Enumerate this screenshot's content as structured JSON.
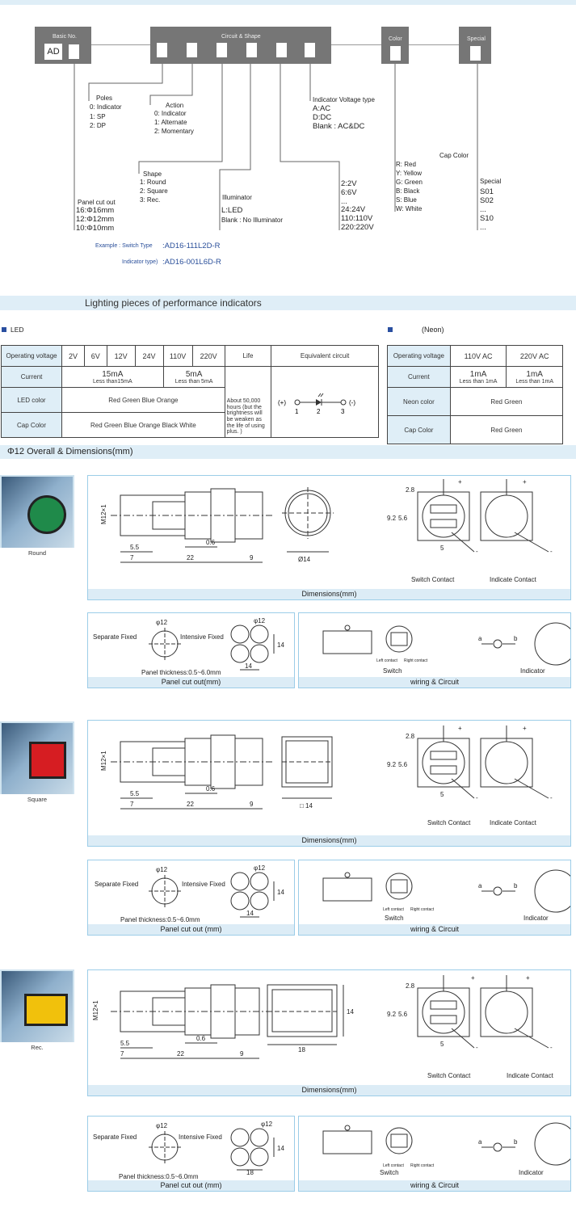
{
  "order": {
    "basic_no": "Basic No.",
    "basic_code": "AD",
    "circuit_shape": "Circuit & Shape",
    "color": "Color",
    "special": "Special",
    "poles_title": "Poles",
    "poles": [
      "0: Indicator",
      "1: SP",
      "2: DP"
    ],
    "action_title": "Action",
    "action": [
      "0: Indicator",
      "1: Alternate",
      "2: Momentary"
    ],
    "voltage_type_title": "Indicator Voltage type",
    "voltage_type": [
      "A:AC",
      "D:DC",
      "Blank : AC&DC"
    ],
    "shape_title": "Shape",
    "shape": [
      "1: Round",
      "2: Square",
      "3: Rec."
    ],
    "panel_title": "Panel cut out",
    "panel": [
      "16:Φ16mm",
      "12:Φ12mm",
      "10:Φ10mm"
    ],
    "illuminator_title": "Illuminator",
    "illuminator": [
      "L:LED",
      "Blank : No Illuminator"
    ],
    "volts": [
      "2:2V",
      "6:6V",
      "...",
      "24:24V",
      "110:110V",
      "220:220V"
    ],
    "cap_color_title": "Cap Color",
    "cap_colors": [
      "R: Red",
      "Y: Yellow",
      "G: Green",
      "B: Black",
      "S: Blue",
      "W: White"
    ],
    "special_title": "Special",
    "special_list": [
      "S01",
      "S02",
      "...",
      "S10",
      "..."
    ],
    "example_label": "Example : Switch Type",
    "example_switch": ":AD16-111L2D-R",
    "example_ind_label": "Indicator type)",
    "example_indicator": ":AD16-001L6D-R"
  },
  "lighting": {
    "title": "Lighting pieces of performance indicators",
    "led_label": "LED",
    "neon_label": "(Neon)",
    "operating_voltage": "Operating voltage",
    "current": "Current",
    "led_color": "LED color",
    "cap_color": "Cap Color",
    "neon_color": "Neon color",
    "led_voltages": [
      "2V",
      "6V",
      "12V",
      "24V",
      "110V",
      "220V"
    ],
    "life": "Life",
    "equivalent_circuit": "Equivalent circuit",
    "led_current_a": "15mA",
    "led_current_a_sub": "Less than15mA",
    "led_current_b": "5mA",
    "led_current_b_sub": "Less than 5mA",
    "led_colors": "Red Green Blue Orange",
    "led_cap_colors": "Red Green Blue Orange Black White",
    "life_text": "About 50,000 hours (but the brightness will be weaken as the life of using plus. )",
    "circuit_plus": "(+)",
    "circuit_minus": "(-)",
    "circuit_nodes": [
      "1",
      "2",
      "3"
    ],
    "neon_voltages": [
      "110V AC",
      "220V AC"
    ],
    "neon_current": "1mA",
    "neon_current_sub": "Less than 1mA",
    "neon_colors": "Red Green",
    "neon_cap_colors": "Red Green"
  },
  "overall": {
    "title": "Φ12 Overall & Dimensions(mm)",
    "dim_m12": "M12×1",
    "dim_5_5": "5.5",
    "dim_7": "7",
    "dim_22": "22",
    "dim_0_6": "0.6",
    "dim_9": "9",
    "dim_2_8": "2.8",
    "dim_9_2": "9.2",
    "dim_5_6": "5.6",
    "dim_5": "5",
    "plus": "+",
    "minus": "-",
    "switch_contact": "Switch Contact",
    "indicate_contact": "Indicate Contact",
    "dimensions_caption": "Dimensions(mm)",
    "separate_fixed": "Separate Fixed",
    "intensive_fixed": "Intensive Fixed",
    "phi12": "φ12",
    "panel_thickness": "Panel thickness:0.5~6.0mm",
    "dim_14": "14",
    "left_contact": "Left contact",
    "right_contact": "Right contact",
    "switch": "Switch",
    "indicator": "Indicator",
    "wiring_caption": "wiring & Circuit",
    "wire_a": "a",
    "wire_b": "b",
    "sections": [
      {
        "name": "Round",
        "front_dim": "Ø14",
        "panel_caption": "Panel cut out(mm)"
      },
      {
        "name": "Square",
        "front_dim": "□ 14",
        "panel_caption": "Panel cut out (mm)"
      },
      {
        "name": "Rec.",
        "front_dim": "18",
        "front_dim2": "14",
        "panel_caption": "Panel cut out (mm)",
        "panel_dim": "18"
      }
    ]
  },
  "colors": {
    "band": "#dfeef7",
    "bar": "#767676",
    "round_cap": "#1f8a4a",
    "square_cap": "#d61d22",
    "rec_cap": "#f1c10c"
  }
}
